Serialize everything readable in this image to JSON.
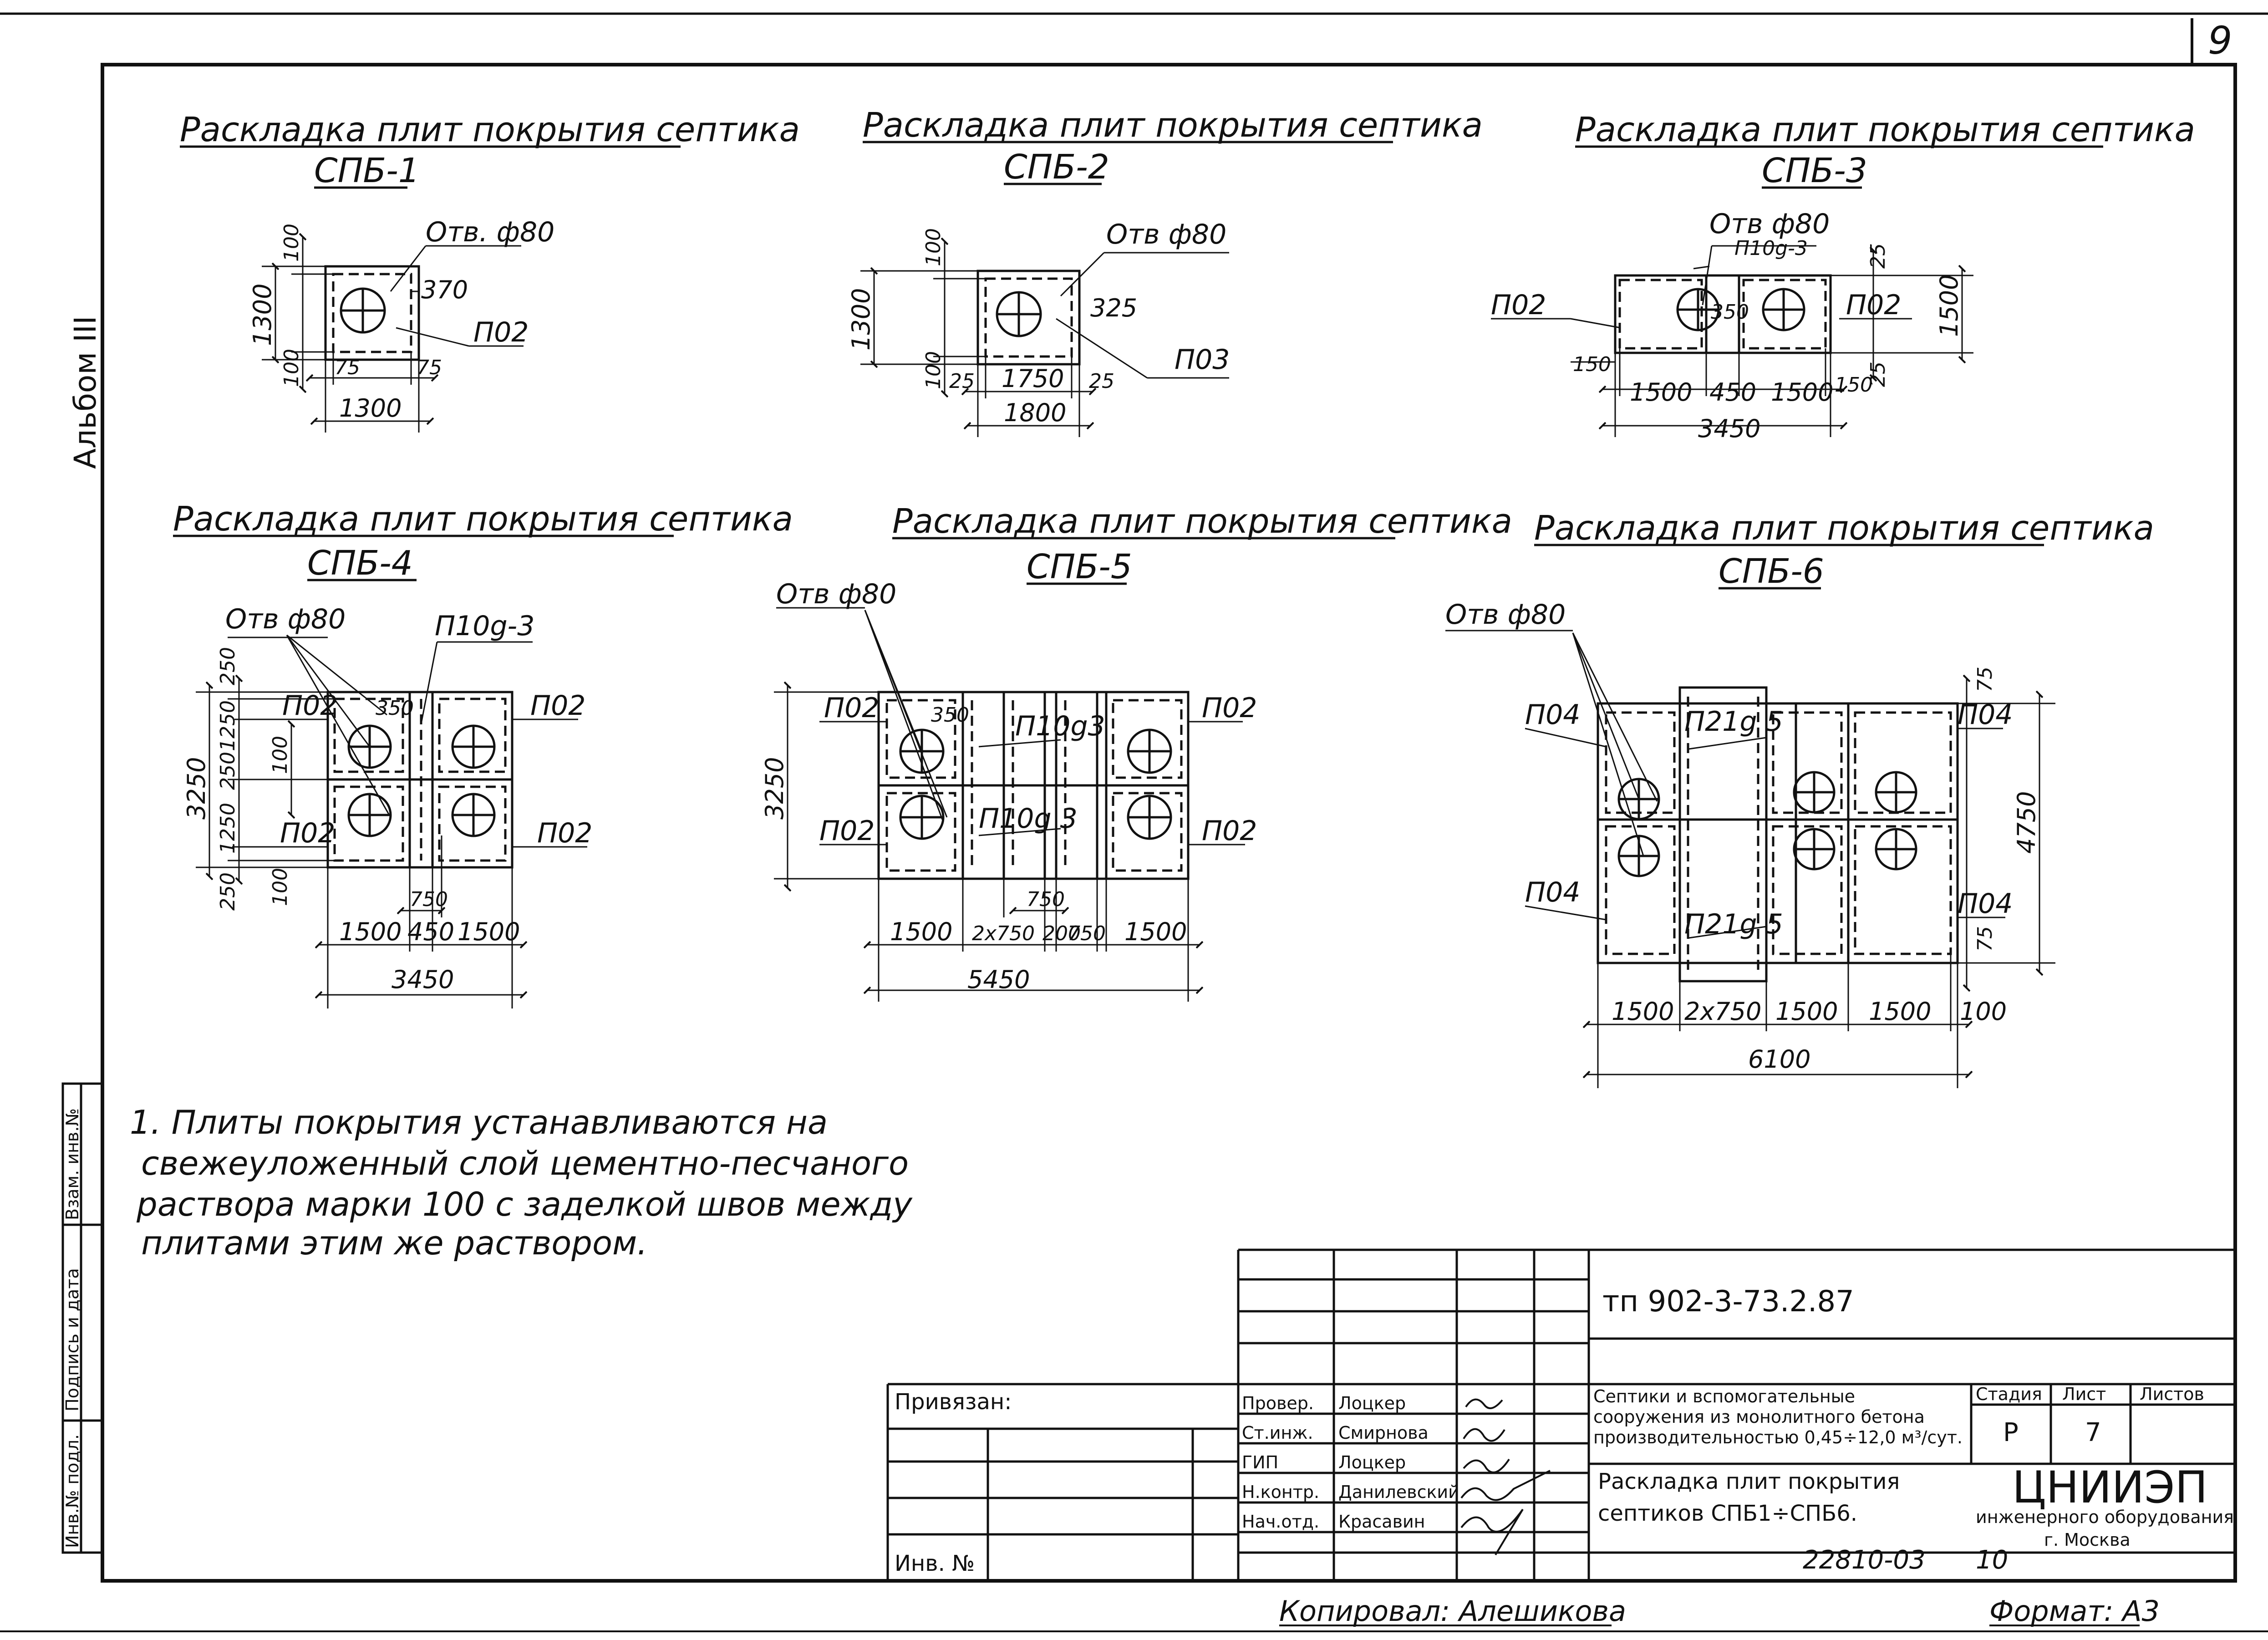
{
  "sheet": {
    "page_number": "9",
    "album_label": "Альбом III",
    "side_stamp": [
      "Инв.№ подл.",
      "Подпись и дата",
      "Взам. инв.№"
    ]
  },
  "drawings": [
    {
      "id": "spb1",
      "title": "Раскладка плит покрытия септика",
      "subtitle": "СПБ-1",
      "labels": [
        "Отв. ф80",
        "370",
        "П02"
      ],
      "dims": [
        "100",
        "1300",
        "100",
        "75",
        "75",
        "1300"
      ]
    },
    {
      "id": "spb2",
      "title": "Раскладка плит покрытия септика",
      "subtitle": "СПБ-2",
      "labels": [
        "Отв ф80",
        "325",
        "П03"
      ],
      "dims": [
        "100",
        "1300",
        "100",
        "25",
        "1750",
        "25",
        "1800"
      ]
    },
    {
      "id": "spb3",
      "title": "Раскладка плит покрытия септика",
      "subtitle": "СПБ-3",
      "labels": [
        "Отв ф80",
        "П10g-3",
        "П02",
        "350",
        "П02"
      ],
      "dims": [
        "25",
        "1500",
        "25",
        "150",
        "1500",
        "450",
        "1500",
        "150",
        "3450"
      ]
    },
    {
      "id": "spb4",
      "title": "Раскладка плит покрытия септика",
      "subtitle": "СПБ-4",
      "labels": [
        "Отв ф80",
        "П10g-3",
        "П02",
        "350",
        "П02",
        "П02",
        "П02"
      ],
      "dims": [
        "250",
        "1250",
        "100",
        "250",
        "1250",
        "100",
        "250",
        "3250",
        "750",
        "1500",
        "450",
        "1500",
        "3450"
      ]
    },
    {
      "id": "spb5",
      "title": "Раскладка плит покрытия септика",
      "subtitle": "СПБ-5",
      "labels": [
        "Отв ф80",
        "П02",
        "350",
        "П10g3",
        "П02",
        "П02",
        "П10g 3",
        "П02"
      ],
      "dims": [
        "3250",
        "750",
        "1500",
        "2x750",
        "200",
        "750",
        "1500",
        "5450"
      ]
    },
    {
      "id": "spb6",
      "title": "Раскладка плит покрытия септика",
      "subtitle": "СПБ-6",
      "labels": [
        "Отв ф80",
        "П04",
        "П21g 5",
        "П04",
        "П04",
        "П21g 5",
        "П04"
      ],
      "dims": [
        "75",
        "4750",
        "75",
        "1500",
        "2x750",
        "1500",
        "1500",
        "100",
        "6100"
      ]
    }
  ],
  "note": [
    "1. Плиты покрытия устанавливаются на",
    "свежеуложенный слой цементно-песчаного",
    "раствора марки 100 с заделкой швов между",
    "плитами этим же раствором."
  ],
  "title_block": {
    "project_code": "тп 902-3-73.2.87",
    "privyazan_label": "Привязан:",
    "inv_label": "Инв. №",
    "roles": [
      "Провер.",
      "Ст.инж.",
      "ГИП",
      "Н.контр.",
      "Нач.отд."
    ],
    "names": [
      "Лоцкер",
      "Смирнова",
      "Лоцкер",
      "Данилевский",
      "Красавин"
    ],
    "description": [
      "Септики и вспомогательные",
      "сооружения из монолитного бетона",
      "производительностью 0,45÷12,0 м³/сут."
    ],
    "sheet_title": [
      "Раскладка плит покрытия",
      "септиков СПБ1÷СПБ6."
    ],
    "stage_label": "Стадия",
    "sheet_label": "Лист",
    "sheets_label": "Листов",
    "stage": "Р",
    "sheet_no": "7",
    "org": "ЦНИИЭП",
    "org_sub": [
      "инженерного оборудования",
      "г. Москва"
    ],
    "drawing_no": "22810-03",
    "drawing_sheet": "10"
  },
  "footer": {
    "copied": "Копировал: Алешикова",
    "format": "Формат: А3"
  }
}
